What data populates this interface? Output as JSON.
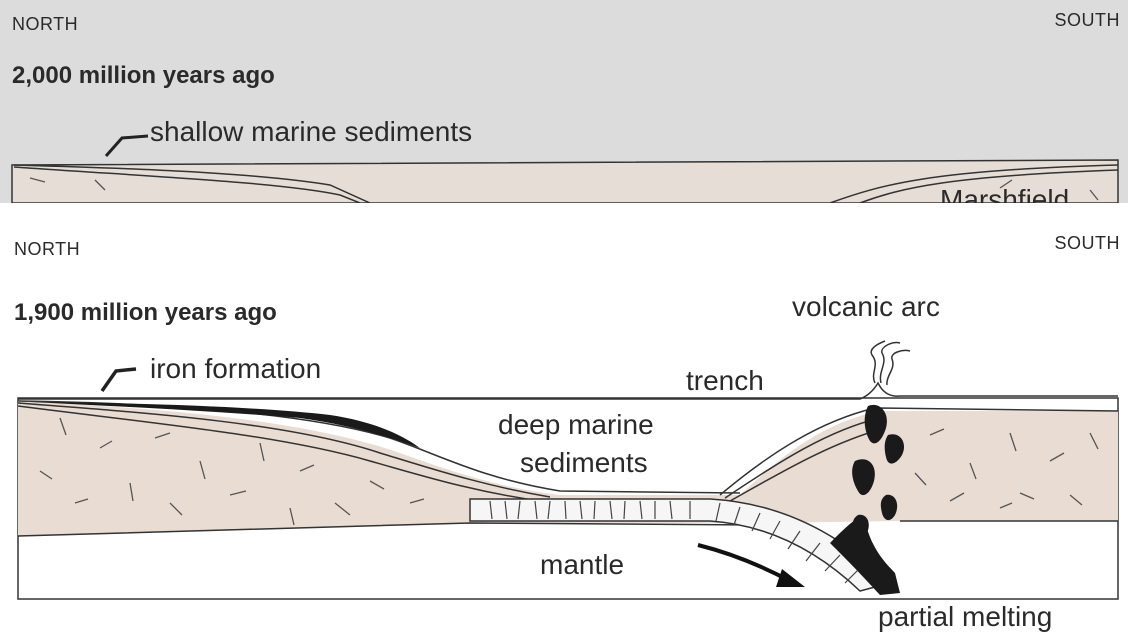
{
  "top_panel": {
    "north": "NORTH",
    "south": "SOUTH",
    "time": "2,000 million years ago",
    "sediments_label": "shallow marine sediments",
    "partial_label": "Marshfield"
  },
  "bottom_panel": {
    "north": "NORTH",
    "south": "SOUTH",
    "time": "1,900 million years ago",
    "iron_label": "iron formation",
    "volcanic_label": "volcanic arc",
    "trench_label": "trench",
    "deep_marine_line1": "deep marine",
    "deep_marine_line2": "sediments",
    "mantle_label": "mantle",
    "melting_label": "partial melting"
  },
  "colors": {
    "crust_fill": "#e8dcd3",
    "magma_fill": "#1a1a1a",
    "line": "#333333"
  }
}
